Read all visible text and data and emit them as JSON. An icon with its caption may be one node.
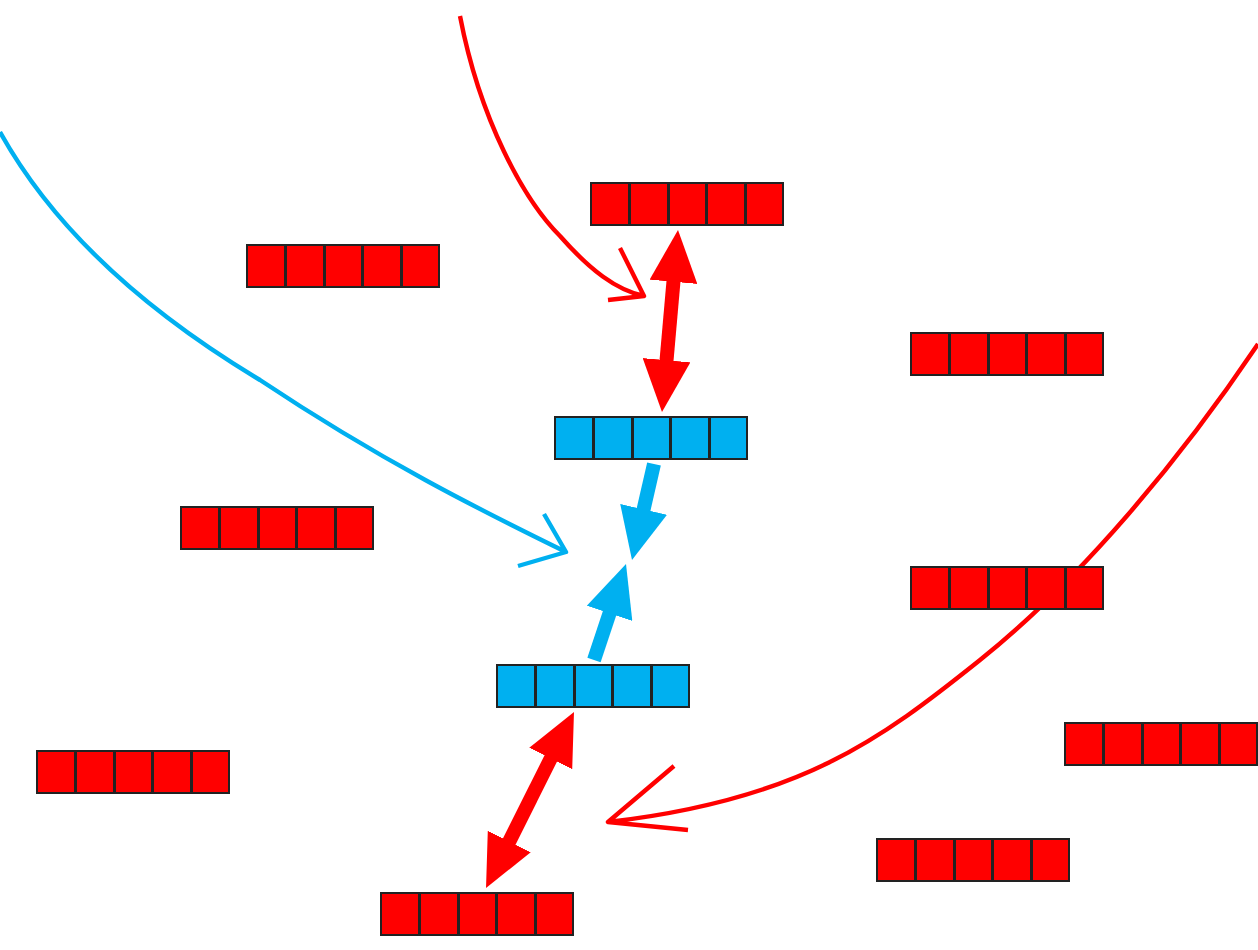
{
  "diagram": {
    "nodes": [
      {
        "text": [],
        "shape": "bar"
      },
      {
        "text": [],
        "shape": "bar"
      },
      {
        "text": [],
        "shape": "bar"
      },
      {
        "text": [],
        "shape": "bar"
      },
      {
        "text": [],
        "shape": "bar"
      },
      {
        "text": [],
        "shape": "bar"
      },
      {
        "text": [],
        "shape": "bar"
      },
      {
        "text": [],
        "shape": "bar"
      },
      {
        "text": [],
        "shape": "bar"
      },
      {
        "text": [],
        "shape": "bar"
      },
      {
        "text": [],
        "shape": "bar"
      }
    ],
    "edges": [
      {
        "from": 0,
        "to": 3,
        "arrow": "both",
        "color": "#ff0000"
      },
      {
        "from": 3,
        "to": null,
        "arrow": "to",
        "color": "#00b0f0"
      },
      {
        "from": 6,
        "to": null,
        "arrow": "to",
        "color": "#00b0f0"
      },
      {
        "from": 10,
        "to": 6,
        "arrow": "both",
        "color": "#ff0000"
      }
    ]
  }
}
